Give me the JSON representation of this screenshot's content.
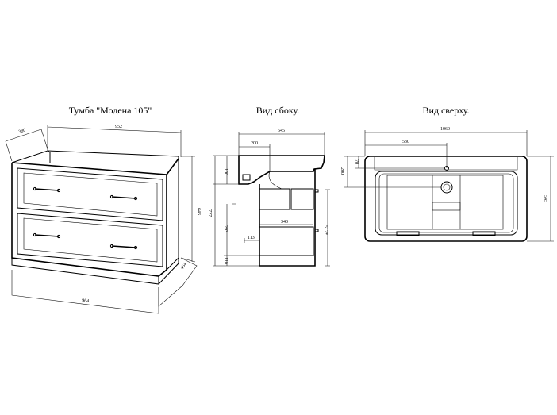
{
  "colors": {
    "line": "#000000",
    "background": "#ffffff"
  },
  "titles": {
    "perspective": "Тумба \"Модена 105\"",
    "side": "Вид сбоку.",
    "top": "Вид сверху."
  },
  "perspective_dims": {
    "top_width": "952",
    "top_depth": "380",
    "height": "646",
    "base_width": "964",
    "base_depth": "454"
  },
  "side_dims": {
    "width": "545",
    "overhang": "200",
    "top_offset": "100",
    "total_height": "727",
    "mid_height": "293",
    "bottom_height": "110",
    "shelf_depth": "340",
    "shelf_offset": "113",
    "right_height": "512*"
  },
  "top_dims": {
    "width": "1060",
    "half_width": "530",
    "offset_small": "70",
    "offset": "200",
    "depth": "545"
  }
}
